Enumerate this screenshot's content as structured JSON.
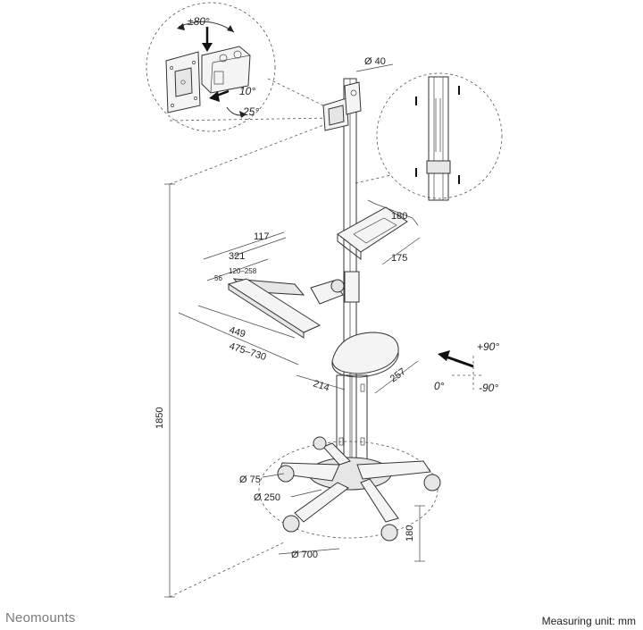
{
  "brand": "Neomounts",
  "units_note": "Measuring unit: mm",
  "dimensions": {
    "pole_diameter": "Ø 40",
    "shelf_width": "180",
    "shelf_depth": "175",
    "arm_offset": "117",
    "arm_length": "321",
    "kb_min": "56",
    "kb_range": "120–258",
    "kb_width": "449",
    "kb_extension": "475–730",
    "mouse_offset": "214",
    "mouse_depth": "257",
    "total_height": "1850",
    "caster_diameter": "Ø 75",
    "base_center_diameter": "Ø 250",
    "base_diameter": "Ø 700",
    "base_height": "180"
  },
  "angles": {
    "swivel": "±80°",
    "tilt_up": "10°",
    "tilt_down": "25°",
    "rotate_pos": "+90°",
    "rotate_zero": "0°",
    "rotate_neg": "-90°"
  }
}
